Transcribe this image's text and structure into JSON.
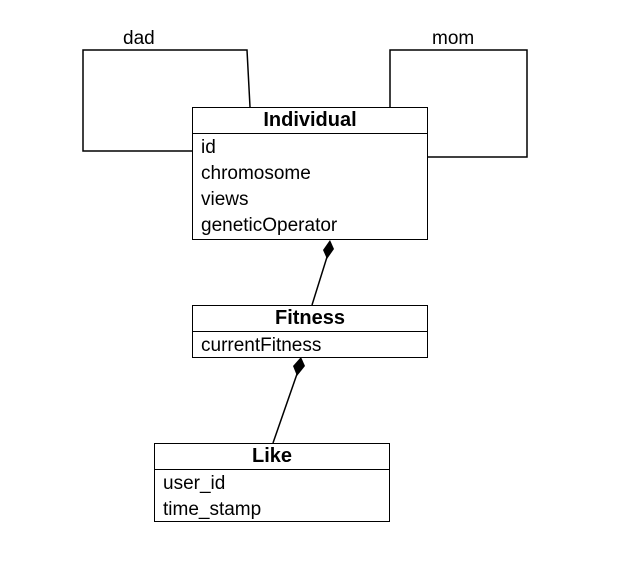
{
  "roles": {
    "dad": "dad",
    "mom": "mom"
  },
  "classes": {
    "individual": {
      "name": "Individual",
      "attributes": [
        "id",
        "chromosome",
        "views",
        "geneticOperator"
      ]
    },
    "fitness": {
      "name": "Fitness",
      "attributes": [
        "currentFitness"
      ]
    },
    "like": {
      "name": "Like",
      "attributes": [
        "user_id",
        "time_stamp"
      ]
    }
  },
  "colors": {
    "line": "#000000",
    "background": "#ffffff"
  }
}
